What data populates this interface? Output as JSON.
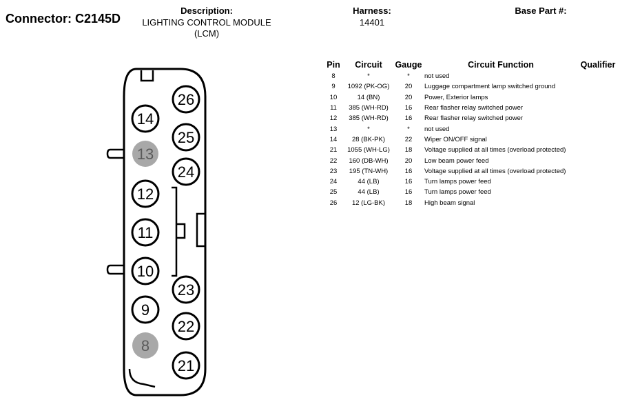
{
  "header": {
    "connector_title": "Connector: C2145D",
    "description_label": "Description:",
    "description_value_line1": "LIGHTING CONTROL MODULE",
    "description_value_line2": "(LCM)",
    "harness_label": "Harness:",
    "harness_value": "14401",
    "base_part_label": "Base Part #:"
  },
  "table": {
    "columns": [
      "Pin",
      "Circuit",
      "Gauge",
      "Circuit Function",
      "Qualifier"
    ],
    "rows": [
      {
        "pin": "8",
        "circuit": "*",
        "gauge": "*",
        "function": "not used"
      },
      {
        "pin": "9",
        "circuit": "1092 (PK-OG)",
        "gauge": "20",
        "function": "Luggage compartment lamp switched ground"
      },
      {
        "pin": "10",
        "circuit": "14 (BN)",
        "gauge": "20",
        "function": "Power, Exterior lamps"
      },
      {
        "pin": "11",
        "circuit": "385 (WH-RD)",
        "gauge": "16",
        "function": "Rear flasher relay switched power"
      },
      {
        "pin": "12",
        "circuit": "385 (WH-RD)",
        "gauge": "16",
        "function": "Rear flasher relay switched power"
      },
      {
        "pin": "13",
        "circuit": "*",
        "gauge": "*",
        "function": "not used"
      },
      {
        "pin": "14",
        "circuit": "28 (BK-PK)",
        "gauge": "22",
        "function": "Wiper ON/OFF signal"
      },
      {
        "pin": "21",
        "circuit": "1055 (WH-LG)",
        "gauge": "18",
        "function": "Voltage supplied at all times (overload protected)"
      },
      {
        "pin": "22",
        "circuit": "160 (DB-WH)",
        "gauge": "20",
        "function": "Low beam power feed"
      },
      {
        "pin": "23",
        "circuit": "195 (TN-WH)",
        "gauge": "16",
        "function": "Voltage supplied at all times (overload protected)"
      },
      {
        "pin": "24",
        "circuit": "44 (LB)",
        "gauge": "16",
        "function": "Turn lamps power feed"
      },
      {
        "pin": "25",
        "circuit": "44 (LB)",
        "gauge": "16",
        "function": "Turn lamps power feed"
      },
      {
        "pin": "26",
        "circuit": "12 (LG-BK)",
        "gauge": "18",
        "function": "High beam signal"
      }
    ]
  },
  "connector": {
    "pins": [
      {
        "label": "26",
        "used": true
      },
      {
        "label": "14",
        "used": true
      },
      {
        "label": "25",
        "used": true
      },
      {
        "label": "13",
        "used": false
      },
      {
        "label": "24",
        "used": true
      },
      {
        "label": "12",
        "used": true
      },
      {
        "label": "11",
        "used": true
      },
      {
        "label": "10",
        "used": true
      },
      {
        "label": "23",
        "used": true
      },
      {
        "label": "9",
        "used": true
      },
      {
        "label": "22",
        "used": true
      },
      {
        "label": "8",
        "used": false
      },
      {
        "label": "21",
        "used": true
      }
    ],
    "unused_fill": "#a8a8a8"
  }
}
